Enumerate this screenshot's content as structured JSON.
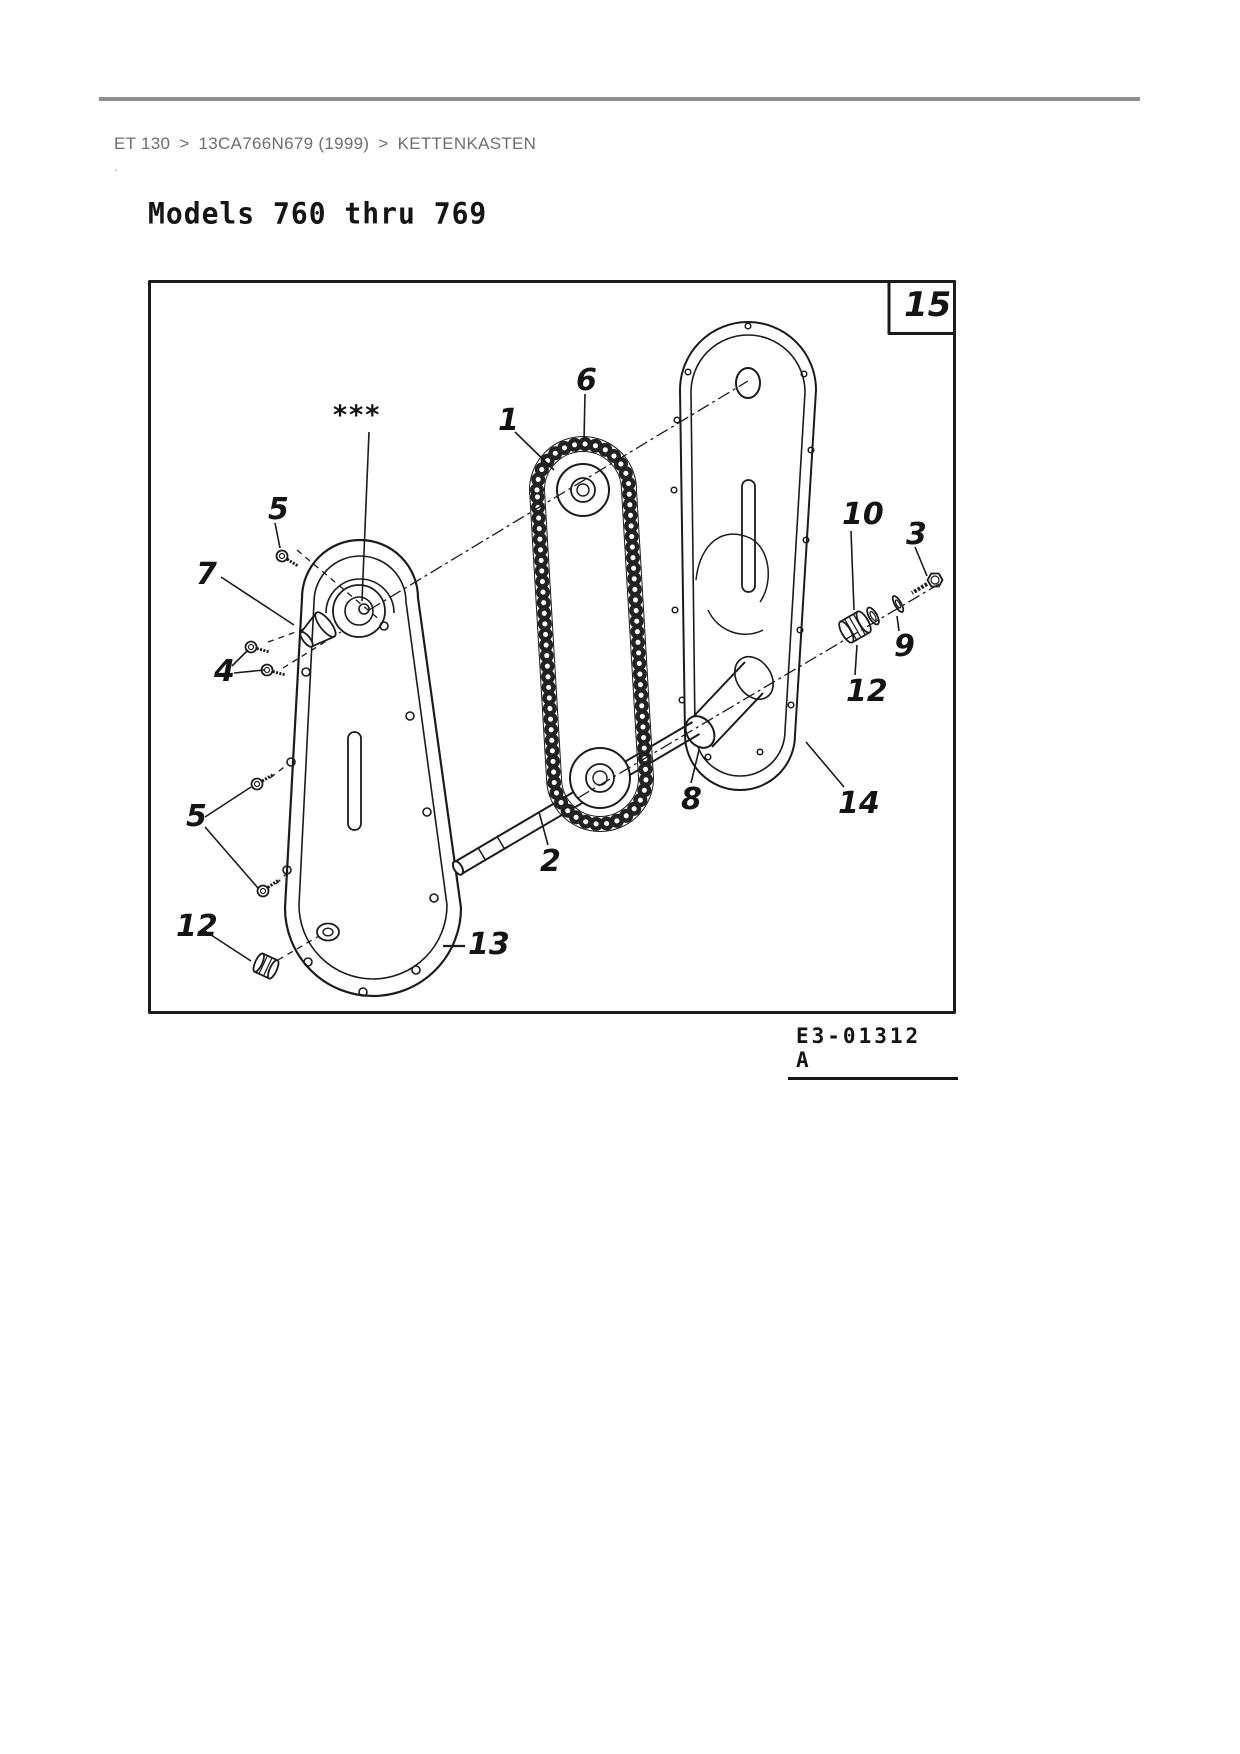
{
  "breadcrumb": {
    "separator": ">",
    "items": [
      {
        "label": "ET 130"
      },
      {
        "label": "13CA766N679 (1999)"
      },
      {
        "label": "KETTENKASTEN"
      }
    ]
  },
  "marginal_dot": ".",
  "diagram": {
    "title": "Models 760 thru 769",
    "figure_number": "15",
    "drawing_number": "E3-01312 A",
    "annotation_stars": "***",
    "labels": {
      "part1": "1",
      "part2": "2",
      "part3": "3",
      "part4": "4",
      "part5_top": "5",
      "part5_lower": "5",
      "part6": "6",
      "part7": "7",
      "part8": "8",
      "part9": "9",
      "part10": "10",
      "part12_left": "12",
      "part12_right": "12",
      "part13": "13",
      "part14": "14"
    }
  }
}
